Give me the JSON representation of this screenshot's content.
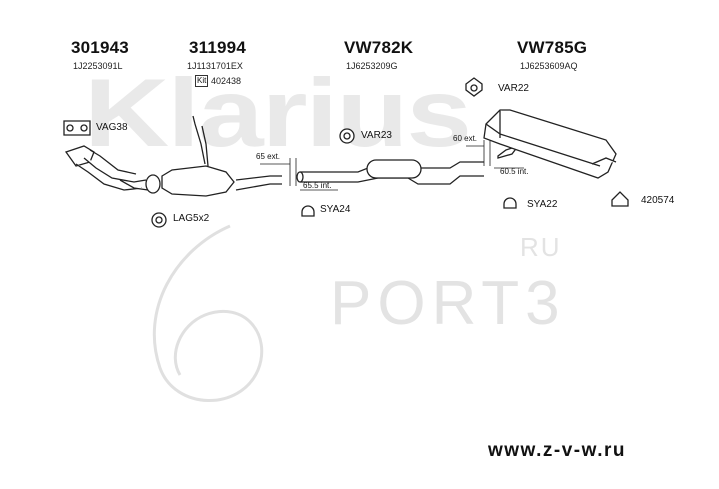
{
  "watermark": {
    "brand": "Klarius",
    "ports_text": "PORT3",
    "ports_suffix": "RU",
    "url": "www.z-v-w.ru"
  },
  "parts": [
    {
      "number": "301943",
      "oem": "1J2253091L"
    },
    {
      "number": "311994",
      "oem": "1J1131701EX",
      "kit_label": "Kit",
      "kit_code": "402438"
    },
    {
      "number": "VW782K",
      "oem": "1J6253209G"
    },
    {
      "number": "VW785G",
      "oem": "1J6253609AQ"
    }
  ],
  "fittings": {
    "vag38": "VAG38",
    "lag5x2": "LAG5x2",
    "var23": "VAR23",
    "sya24": "SYA24",
    "var22": "VAR22",
    "sya22": "SYA22",
    "clamp_420574": "420574"
  },
  "dimensions": {
    "ext65": "65 ext.",
    "int655": "65.5 int.",
    "ext60": "60 ext.",
    "int605": "60.5 int."
  }
}
